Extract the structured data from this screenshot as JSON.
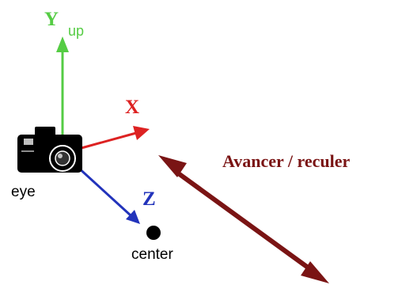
{
  "axes": {
    "y": {
      "letter": "Y",
      "sub": "up",
      "color": "#55cc44"
    },
    "x": {
      "letter": "X",
      "color": "#dd2222"
    },
    "z": {
      "letter": "Z",
      "color": "#2233bb"
    }
  },
  "labels": {
    "eye": "eye",
    "center": "center",
    "move": "Avancer / reculer"
  },
  "colors": {
    "move_arrow": "#7a1414",
    "move_text": "#7a1414",
    "camera": "#000000",
    "center_dot": "#000000"
  },
  "icons": {
    "camera": "camera-icon"
  }
}
